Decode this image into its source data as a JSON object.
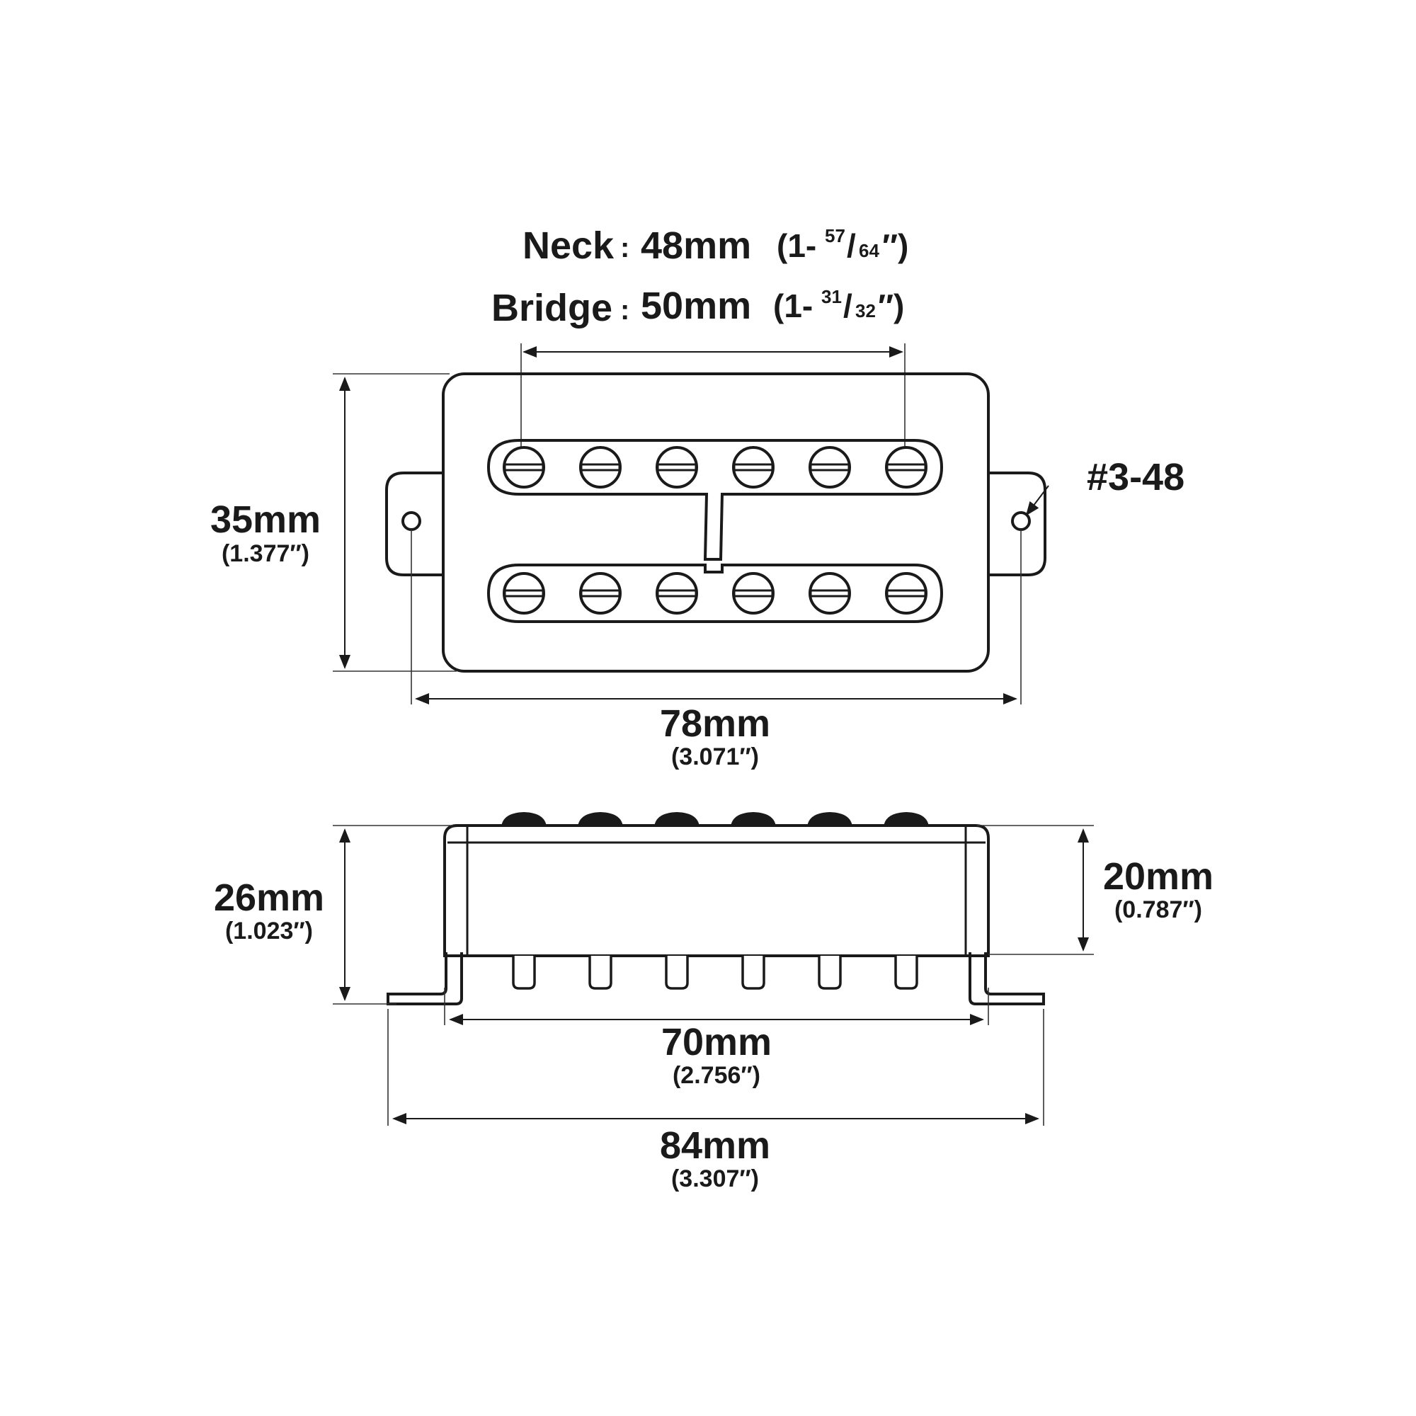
{
  "spacing": {
    "neck_label": "Neck",
    "neck_sep": ":",
    "neck_mm": "48mm",
    "neck_open": "(1-",
    "neck_num": "57",
    "neck_slash": "/",
    "neck_den": "64",
    "neck_close": "″)",
    "bridge_label": "Bridge",
    "bridge_sep": ":",
    "bridge_mm": "50mm",
    "bridge_open": "(1-",
    "bridge_num": "31",
    "bridge_slash": "/",
    "bridge_den": "32",
    "bridge_close": "″)"
  },
  "top_view": {
    "height_mm": "35mm",
    "height_in": "(1.377″)",
    "width_mm": "78mm",
    "width_in": "(3.071″)",
    "screw_label": "#3-48"
  },
  "side_view": {
    "total_height_mm": "26mm",
    "total_height_in": "(1.023″)",
    "body_height_mm": "20mm",
    "body_height_in": "(0.787″)",
    "body_length_mm": "70mm",
    "body_length_in": "(2.756″)",
    "total_length_mm": "84mm",
    "total_length_in": "(3.307″)"
  },
  "colors": {
    "ink": "#1a1a1a",
    "background": "#ffffff"
  }
}
